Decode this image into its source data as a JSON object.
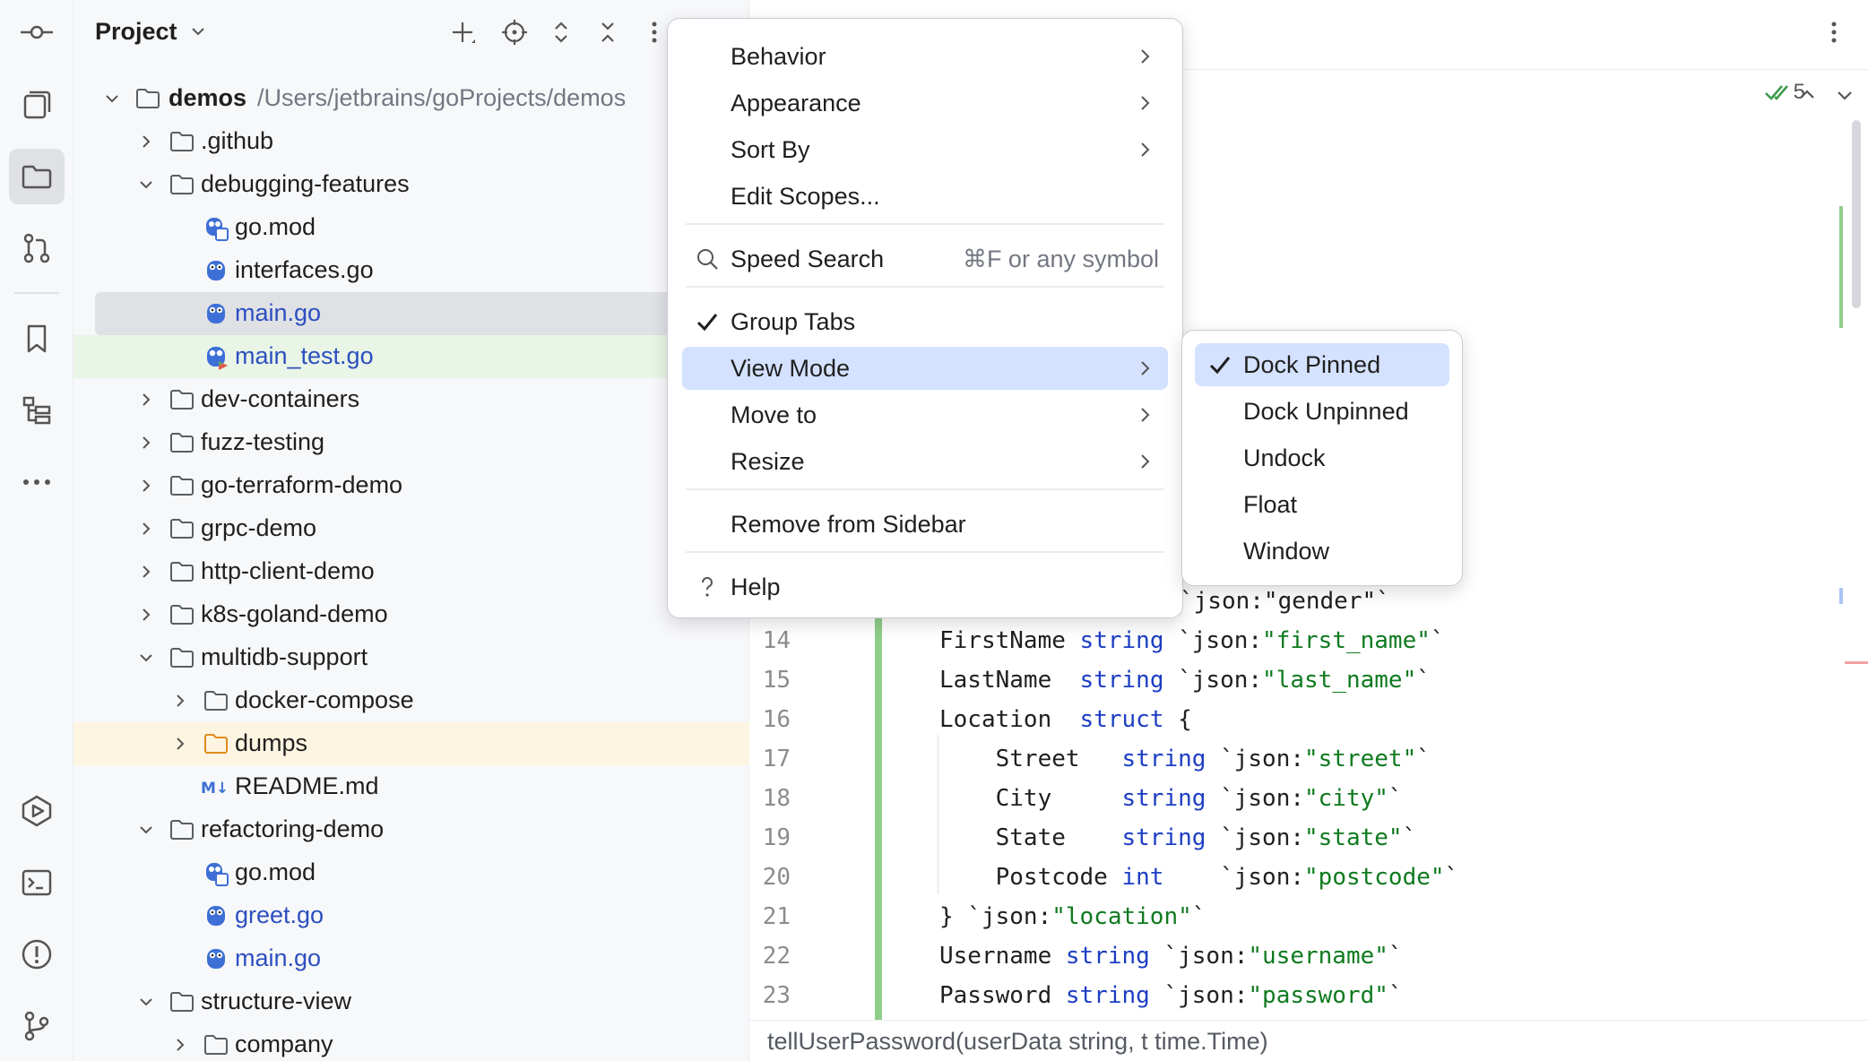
{
  "project_panel": {
    "title": "Project",
    "tree": [
      {
        "label": "demos",
        "path": "/Users/jetbrains/goProjects/demos"
      },
      {
        "label": ".github"
      },
      {
        "label": "debugging-features"
      },
      {
        "label": "go.mod"
      },
      {
        "label": "interfaces.go"
      },
      {
        "label": "main.go"
      },
      {
        "label": "main_test.go"
      },
      {
        "label": "dev-containers"
      },
      {
        "label": "fuzz-testing"
      },
      {
        "label": "go-terraform-demo"
      },
      {
        "label": "grpc-demo"
      },
      {
        "label": "http-client-demo"
      },
      {
        "label": "k8s-goland-demo"
      },
      {
        "label": "multidb-support"
      },
      {
        "label": "docker-compose"
      },
      {
        "label": "dumps"
      },
      {
        "label": "README.md"
      },
      {
        "label": "refactoring-demo"
      },
      {
        "label": "go.mod"
      },
      {
        "label": "greet.go"
      },
      {
        "label": "main.go"
      },
      {
        "label": "structure-view"
      },
      {
        "label": "company"
      }
    ]
  },
  "options_menu": {
    "items": [
      {
        "label": "Behavior"
      },
      {
        "label": "Appearance"
      },
      {
        "label": "Sort By"
      },
      {
        "label": "Edit Scopes..."
      },
      {
        "label": "Speed Search",
        "shortcut": "⌘F or any symbol"
      },
      {
        "label": "Group Tabs",
        "checked": true
      },
      {
        "label": "View Mode",
        "highlighted": true
      },
      {
        "label": "Move to"
      },
      {
        "label": "Resize"
      },
      {
        "label": "Remove from Sidebar"
      },
      {
        "label": "Help"
      }
    ]
  },
  "view_mode_submenu": {
    "items": [
      {
        "label": "Dock Pinned",
        "checked": true,
        "highlighted": true
      },
      {
        "label": "Dock Unpinned"
      },
      {
        "label": "Undock"
      },
      {
        "label": "Float"
      },
      {
        "label": "Window"
      }
    ]
  },
  "editor": {
    "inspection_count": "5",
    "partial_line": "`json:\"gender\"`",
    "lines": [
      {
        "n": "14",
        "code": "FirstName string `json:\"first_name\"`"
      },
      {
        "n": "15",
        "code": "LastName  string `json:\"last_name\"`"
      },
      {
        "n": "16",
        "code": "Location  struct {"
      },
      {
        "n": "17",
        "code": "    Street   string `json:\"street\"`"
      },
      {
        "n": "18",
        "code": "    City     string `json:\"city\"`"
      },
      {
        "n": "19",
        "code": "    State    string `json:\"state\"`"
      },
      {
        "n": "20",
        "code": "    Postcode int    `json:\"postcode\"`"
      },
      {
        "n": "21",
        "code": "} `json:\"location\"`"
      },
      {
        "n": "22",
        "code": "Username string `json:\"username\"`"
      },
      {
        "n": "23",
        "code": "Password string `json:\"password\"`"
      }
    ],
    "status_text": "tellUserPassword(userData string, t time.Time)"
  },
  "colors": {
    "accent": "#3574f0",
    "highlight": "#d4e2ff",
    "selection": "#dfe1e5",
    "test_bg": "#e9f5e6",
    "excluded_bg": "#fdf5e1",
    "vcs_added": "#8fce8a"
  }
}
